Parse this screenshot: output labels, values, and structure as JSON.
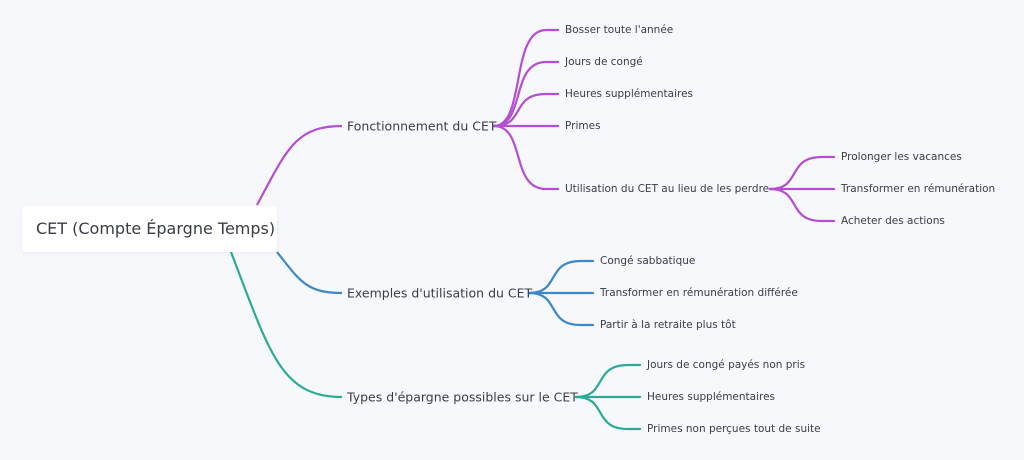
{
  "root": {
    "label": "CET (Compte Épargne Temps)"
  },
  "colors": {
    "purple": "#b44fcf",
    "blue": "#3b87c9",
    "teal": "#2bab95"
  },
  "branches": [
    {
      "label": "Fonctionnement du CET",
      "color": "purple",
      "children": [
        {
          "label": "Bosser toute l'année"
        },
        {
          "label": "Jours de congé"
        },
        {
          "label": "Heures supplémentaires"
        },
        {
          "label": "Primes"
        },
        {
          "label": "Utilisation du CET au lieu de les perdre",
          "children": [
            {
              "label": "Prolonger les vacances"
            },
            {
              "label": "Transformer en rémunération"
            },
            {
              "label": "Acheter des actions"
            }
          ]
        }
      ]
    },
    {
      "label": "Exemples d'utilisation du CET",
      "color": "blue",
      "children": [
        {
          "label": "Congé sabbatique"
        },
        {
          "label": "Transformer en rémunération différée"
        },
        {
          "label": "Partir à la retraite plus tôt"
        }
      ]
    },
    {
      "label": "Types d'épargne possibles sur le CET",
      "color": "teal",
      "children": [
        {
          "label": "Jours de congé payés non pris"
        },
        {
          "label": "Heures supplémentaires"
        },
        {
          "label": "Primes non perçues tout de suite"
        }
      ]
    }
  ]
}
